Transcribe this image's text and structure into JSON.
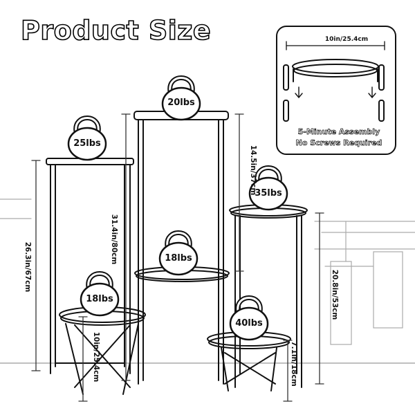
{
  "title": "Product Size",
  "kettlebells": {
    "top": "20lbs",
    "left": "25lbs",
    "right": "35lbs",
    "middle": "18lbs",
    "small": "18lbs",
    "bottom_right": "40lbs"
  },
  "dimensions": {
    "left_height": "26.3in/67cm",
    "center_height": "31.4in/80cm",
    "top_gap": "14.5in/37cm",
    "right_height": "20.8in/53cm",
    "small_height": "10in/25.4cm",
    "bottom_height": "7.1in/18cm"
  },
  "inset": {
    "width_label": "10in/25.4cm",
    "assembly_line1": "5-Minute Assembly",
    "assembly_line2": "No Screws Required"
  },
  "icons": [
    "kettlebell-icon",
    "arrow-down-icon"
  ],
  "colors": {
    "line": "#111111",
    "background": "#ffffff"
  }
}
